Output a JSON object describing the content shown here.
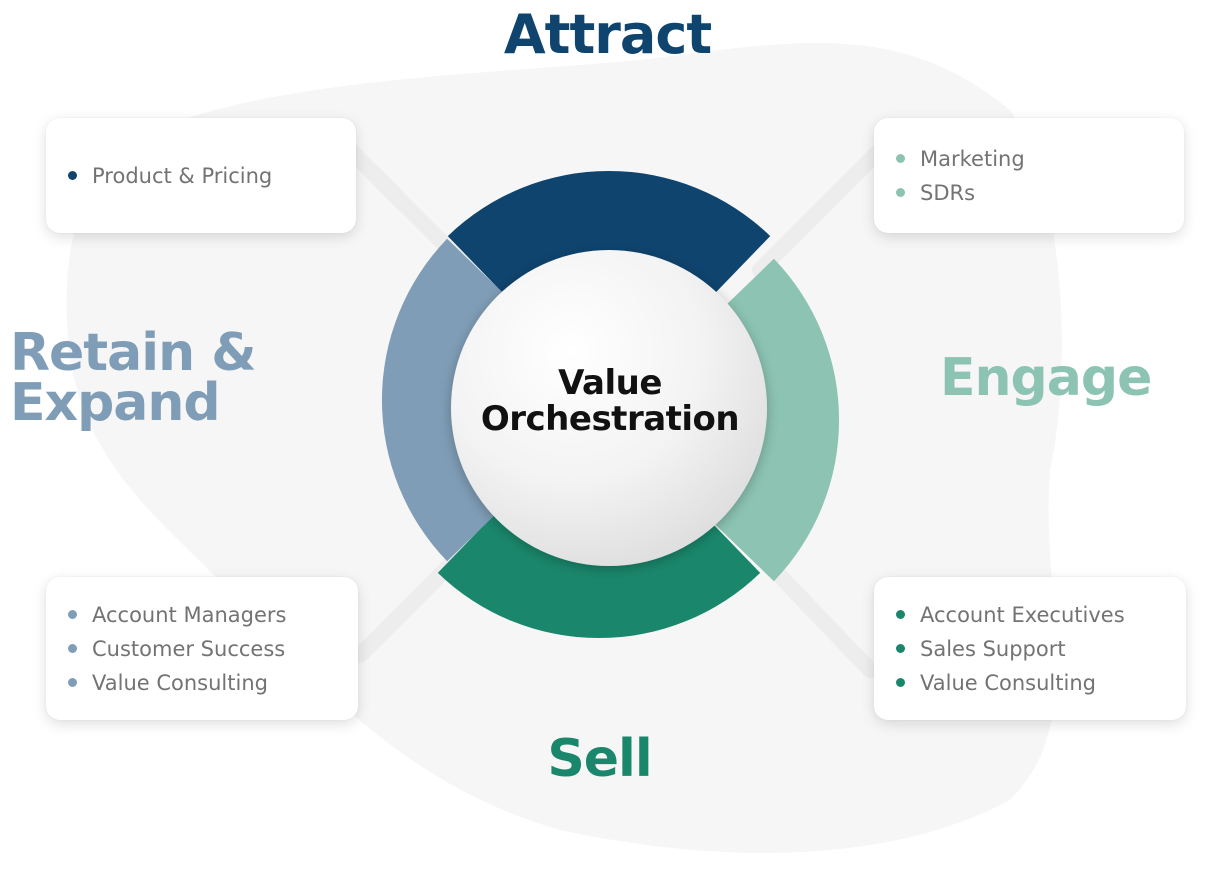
{
  "colors": {
    "attract": "#0f446e",
    "engage": "#8cc3b3",
    "sell": "#1a876c",
    "retain": "#7f9db6",
    "card_text": "#737373",
    "center_text": "#111111"
  },
  "center": {
    "line1": "Value",
    "line2": "Orchestration"
  },
  "stages": {
    "attract": "Attract",
    "engage": "Engage",
    "sell": "Sell",
    "retain_line1": "Retain &",
    "retain_line2": "Expand"
  },
  "cards": {
    "product": {
      "items": [
        "Product & Pricing"
      ],
      "dot_color": "#0f446e"
    },
    "marketing": {
      "items": [
        "Marketing",
        "SDRs"
      ],
      "dot_color": "#8cc3b3"
    },
    "retain": {
      "items": [
        "Account Managers",
        "Customer Success",
        "Value Consulting"
      ],
      "dot_color": "#7f9db6"
    },
    "sell": {
      "items": [
        "Account Executives",
        "Sales Support",
        "Value Consulting"
      ],
      "dot_color": "#1a876c"
    }
  }
}
